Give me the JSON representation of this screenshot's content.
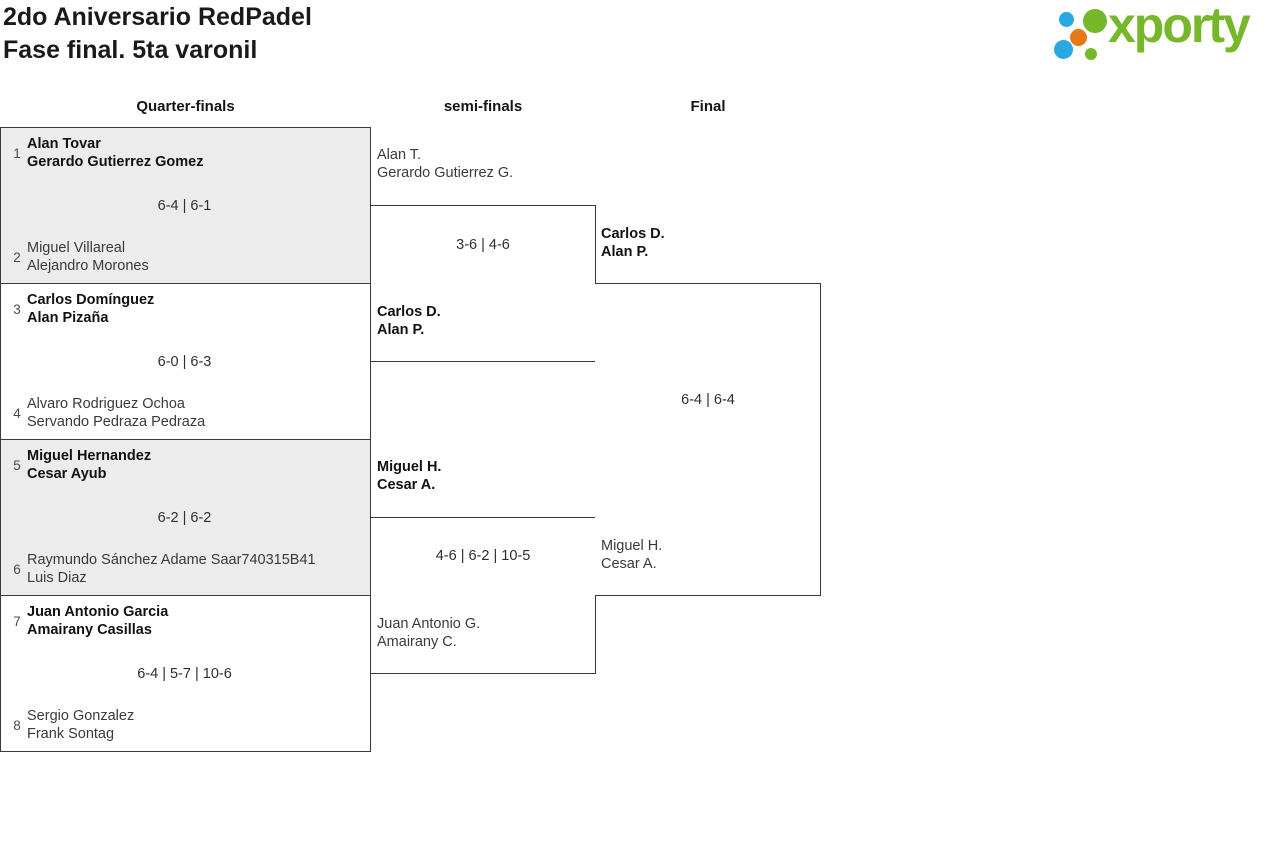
{
  "header": {
    "title_line1": "2do Aniversario RedPadel",
    "title_line2": "Fase final. 5ta varonil",
    "logo_text": "xporty",
    "logo_colors": {
      "green": "#76b82a",
      "blue": "#29a9e1",
      "orange": "#e87717"
    }
  },
  "rounds": [
    {
      "label": "Quarter-finals"
    },
    {
      "label": "semi-finals"
    },
    {
      "label": "Final"
    }
  ],
  "qf": [
    {
      "seed_top": "1",
      "team_top1": "Alan Tovar",
      "team_top2": "Gerardo Gutierrez Gomez",
      "score": "6-4 | 6-1",
      "seed_bottom": "2",
      "team_bot1": "Miguel Villareal",
      "team_bot2": "Alejandro Morones",
      "winner": "top"
    },
    {
      "seed_top": "3",
      "team_top1": "Carlos Domínguez",
      "team_top2": "Alan Pizaña",
      "score": "6-0 | 6-3",
      "seed_bottom": "4",
      "team_bot1": "Alvaro Rodriguez Ochoa",
      "team_bot2": "Servando Pedraza Pedraza",
      "winner": "top"
    },
    {
      "seed_top": "5",
      "team_top1": "Miguel Hernandez",
      "team_top2": "Cesar Ayub",
      "score": "6-2 | 6-2",
      "seed_bottom": "6",
      "team_bot1": "Raymundo Sánchez Adame Saar740315B41",
      "team_bot2": "Luis Diaz",
      "winner": "top"
    },
    {
      "seed_top": "7",
      "team_top1": "Juan Antonio Garcia",
      "team_top2": "Amairany Casillas",
      "score": "6-4 | 5-7 | 10-6",
      "seed_bottom": "8",
      "team_bot1": "Sergio Gonzalez",
      "team_bot2": "Frank Sontag",
      "winner": "top"
    }
  ],
  "sf": [
    {
      "team_top1": "Alan T.",
      "team_top2": "Gerardo Gutierrez G.",
      "score": "3-6 | 4-6",
      "team_bot1": "Carlos D.",
      "team_bot2": "Alan P.",
      "winner": "bottom"
    },
    {
      "team_top1": "Miguel H.",
      "team_top2": "Cesar A.",
      "score": "4-6 | 6-2 | 10-5",
      "team_bot1": "Juan Antonio G.",
      "team_bot2": "Amairany C.",
      "winner": "top"
    }
  ],
  "final": {
    "team_top1": "Carlos D.",
    "team_top2": "Alan P.",
    "score": "6-4 | 6-4",
    "team_bot1": "Miguel H.",
    "team_bot2": "Cesar A.",
    "winner": "top"
  },
  "style_colors": {
    "shaded_row_bg": "#ececec",
    "border": "#3a3a3a"
  }
}
